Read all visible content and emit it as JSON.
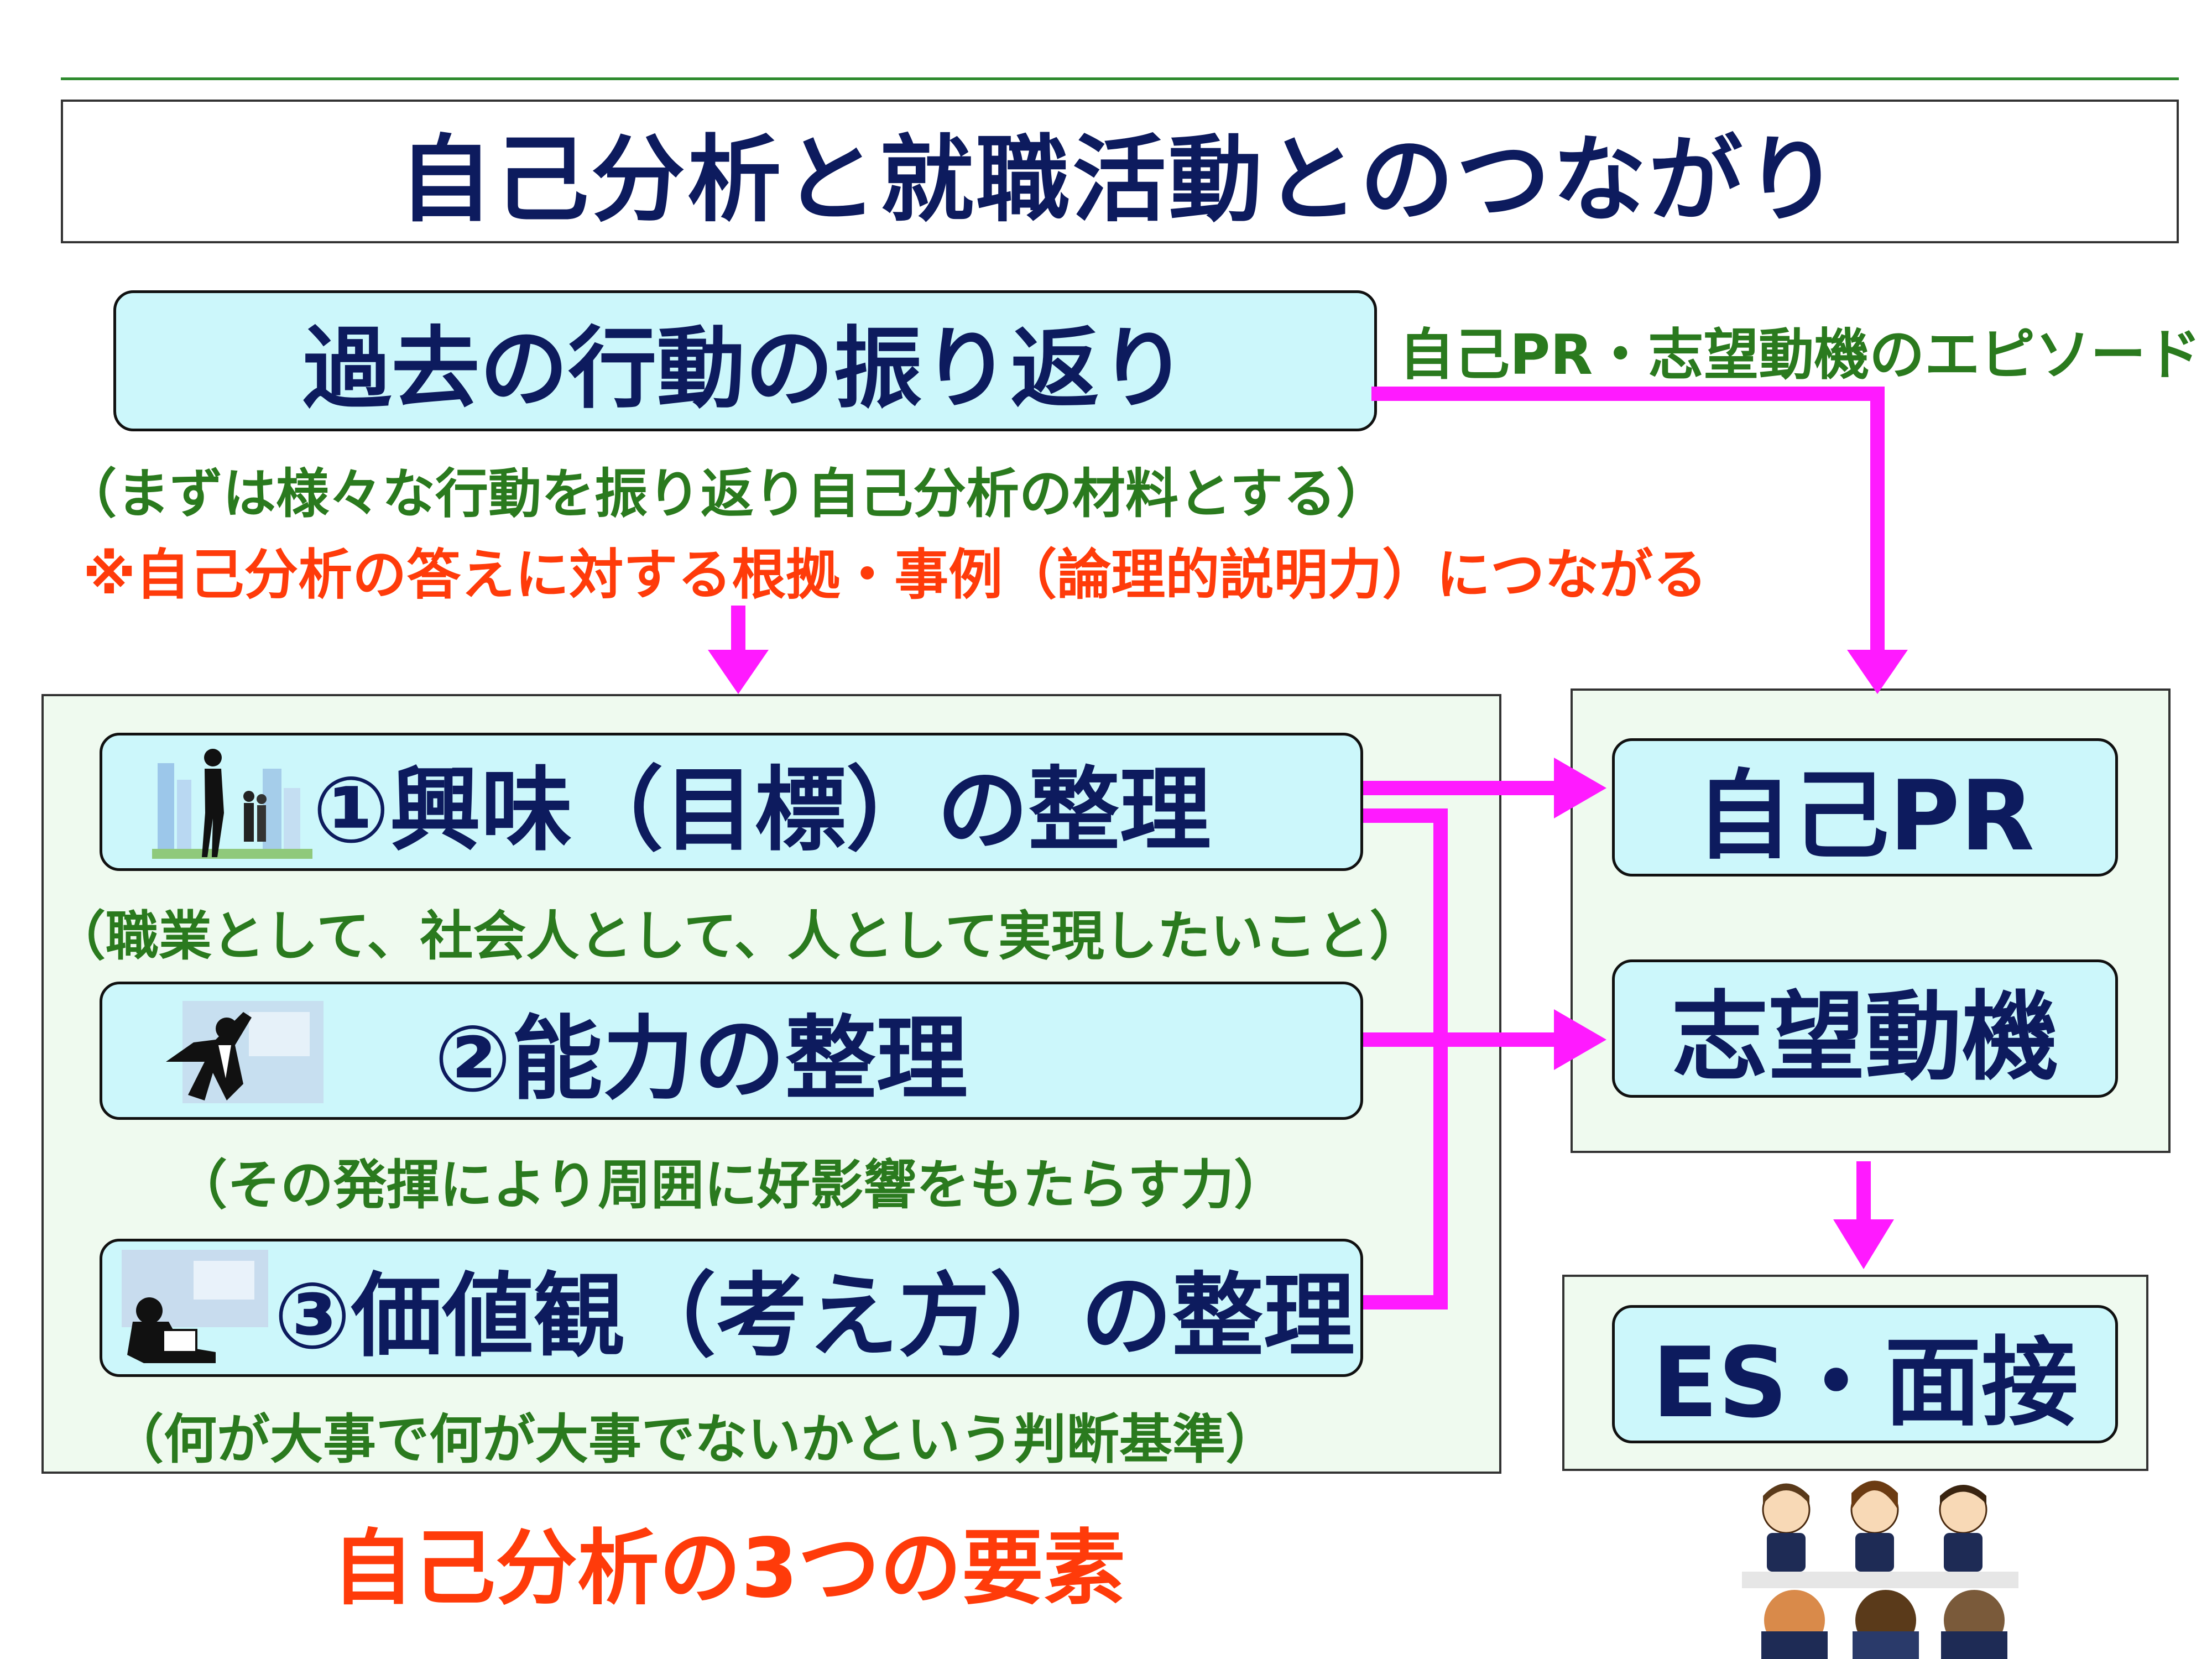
{
  "title": "自己分析と就職活動とのつながり",
  "past_review": {
    "label": "過去の行動の振り返り",
    "note": "（まずは様々な行動を振り返り自己分析の材料とする）",
    "warning": "※自己分析の答えに対する根拠・事例（論理的説明力）につながる"
  },
  "episode_label": "自己PR・志望動機のエピソード",
  "elements": [
    {
      "label": "①興味（目標）の整理",
      "note": "（職業として、社会人として、人として実現したいこと）",
      "icon": "businesswoman-city-icon"
    },
    {
      "label": "②能力の整理",
      "note": "（その発揮により周囲に好影響をもたらす力）",
      "icon": "jumping-businessman-icon"
    },
    {
      "label": "③価値観（考え方）の整理",
      "note": "（何が大事で何が大事でないかという判断基準）",
      "icon": "thinking-person-icon"
    }
  ],
  "elements_caption": "自己分析の3つの要素",
  "outputs": {
    "self_pr": "自己PR",
    "motivation": "志望動機",
    "es_interview": "ES・面接"
  },
  "interview_icon": "interview-panel-icon",
  "colors": {
    "arrow": "#ff1aff",
    "title_text": "#0d1b5e",
    "pill_fill": "#ccf7fb",
    "panel_fill": "#effaef",
    "green_text": "#2a7a1e",
    "red_text": "#ff3b0a"
  }
}
